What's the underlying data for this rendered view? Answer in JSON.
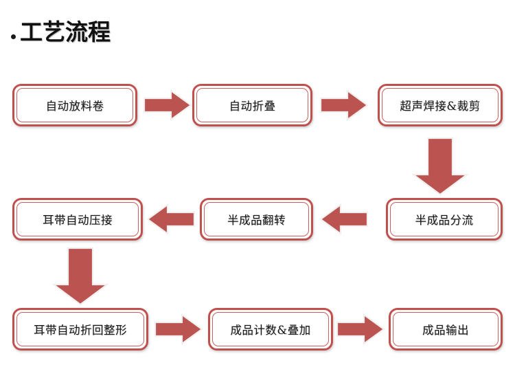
{
  "title": {
    "bullet": "•",
    "text": "工艺流程"
  },
  "colors": {
    "box_border": "#c0504d",
    "box_inner_border": "#c7605d",
    "box_fill": "#ffffff",
    "arrow_fill": "#bb5350",
    "arrow_outline": "#f3efef",
    "text": "#181818",
    "background": "#ffffff"
  },
  "flow": {
    "rows": [
      {
        "direction": "right",
        "steps": [
          {
            "id": "step-1",
            "label": "自动放料卷"
          },
          {
            "id": "step-2",
            "label": "自动折叠"
          },
          {
            "id": "step-3",
            "label": "超声焊接&裁剪"
          }
        ]
      },
      {
        "direction": "left",
        "steps": [
          {
            "id": "step-6",
            "label": "耳带自动压接"
          },
          {
            "id": "step-5",
            "label": "半成品翻转"
          },
          {
            "id": "step-4",
            "label": "半成品分流"
          }
        ]
      },
      {
        "direction": "right",
        "steps": [
          {
            "id": "step-7",
            "label": "耳带自动折回整形"
          },
          {
            "id": "step-8",
            "label": "成品计数&叠加"
          },
          {
            "id": "step-9",
            "label": "成品输出"
          }
        ]
      }
    ],
    "connectors": [
      {
        "id": "arrow-r1-1",
        "kind": "arrow-right",
        "from": "step-1",
        "to": "step-2"
      },
      {
        "id": "arrow-r1-2",
        "kind": "arrow-right",
        "from": "step-2",
        "to": "step-3"
      },
      {
        "id": "arrow-down-right",
        "kind": "arrow-down",
        "from": "step-3",
        "to": "step-4"
      },
      {
        "id": "arrow-r2-1",
        "kind": "arrow-left",
        "from": "step-4",
        "to": "step-5"
      },
      {
        "id": "arrow-r2-2",
        "kind": "arrow-left",
        "from": "step-5",
        "to": "step-6"
      },
      {
        "id": "arrow-down-left",
        "kind": "arrow-down",
        "from": "step-6",
        "to": "step-7"
      },
      {
        "id": "arrow-r3-1",
        "kind": "arrow-right",
        "from": "step-7",
        "to": "step-8"
      },
      {
        "id": "arrow-r3-2",
        "kind": "arrow-right",
        "from": "step-8",
        "to": "step-9"
      }
    ]
  }
}
